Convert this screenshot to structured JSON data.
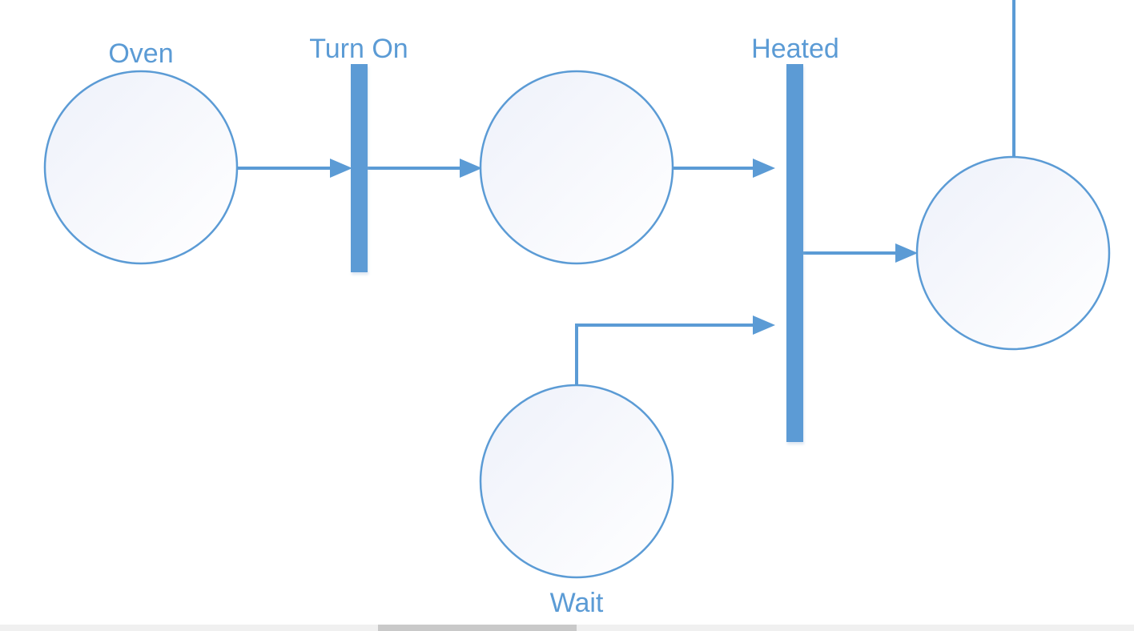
{
  "diagram": {
    "places": [
      {
        "id": "oven",
        "label": "Oven"
      },
      {
        "id": "ready",
        "label": ""
      },
      {
        "id": "wait",
        "label": "Wait"
      },
      {
        "id": "done",
        "label": ""
      }
    ],
    "transitions": [
      {
        "id": "turn-on",
        "label": "Turn On"
      },
      {
        "id": "heated",
        "label": "Heated"
      }
    ],
    "arcs": [
      {
        "from": "oven",
        "to": "turn-on"
      },
      {
        "from": "turn-on",
        "to": "ready"
      },
      {
        "from": "ready",
        "to": "heated"
      },
      {
        "from": "wait",
        "to": "heated"
      },
      {
        "from": "heated",
        "to": "done"
      }
    ],
    "colors": {
      "stroke": "#5b9bd5",
      "transition_fill": "#5b9bd5",
      "place_fill_top": "#eef1fa",
      "place_fill_bottom": "#ffffff",
      "label": "#5b9bd5"
    }
  }
}
